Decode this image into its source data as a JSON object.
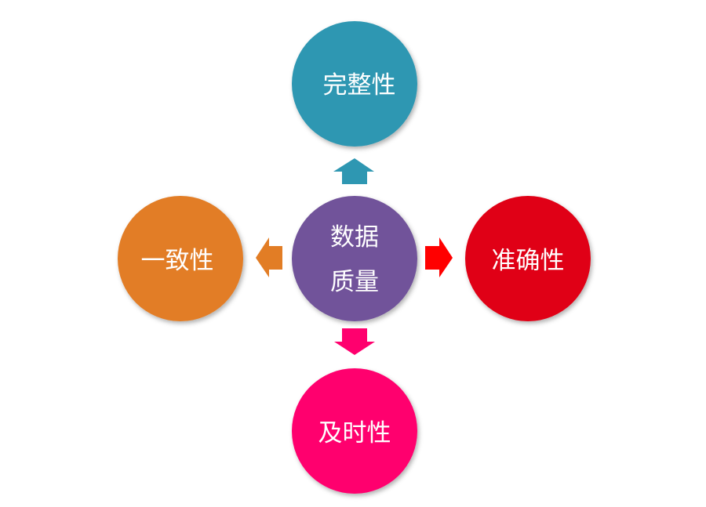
{
  "center": {
    "line1": "数据",
    "line2": "质量",
    "color": "#71529A"
  },
  "nodes": {
    "top": {
      "label": "完整性",
      "color": "#2E97B2"
    },
    "right": {
      "label": "准确性",
      "color": "#E00612",
      "arrow_color": "#FF0000"
    },
    "bottom": {
      "label": "及时性",
      "color": "#FF006E"
    },
    "left": {
      "label": "一致性",
      "color": "#E27D25"
    }
  }
}
